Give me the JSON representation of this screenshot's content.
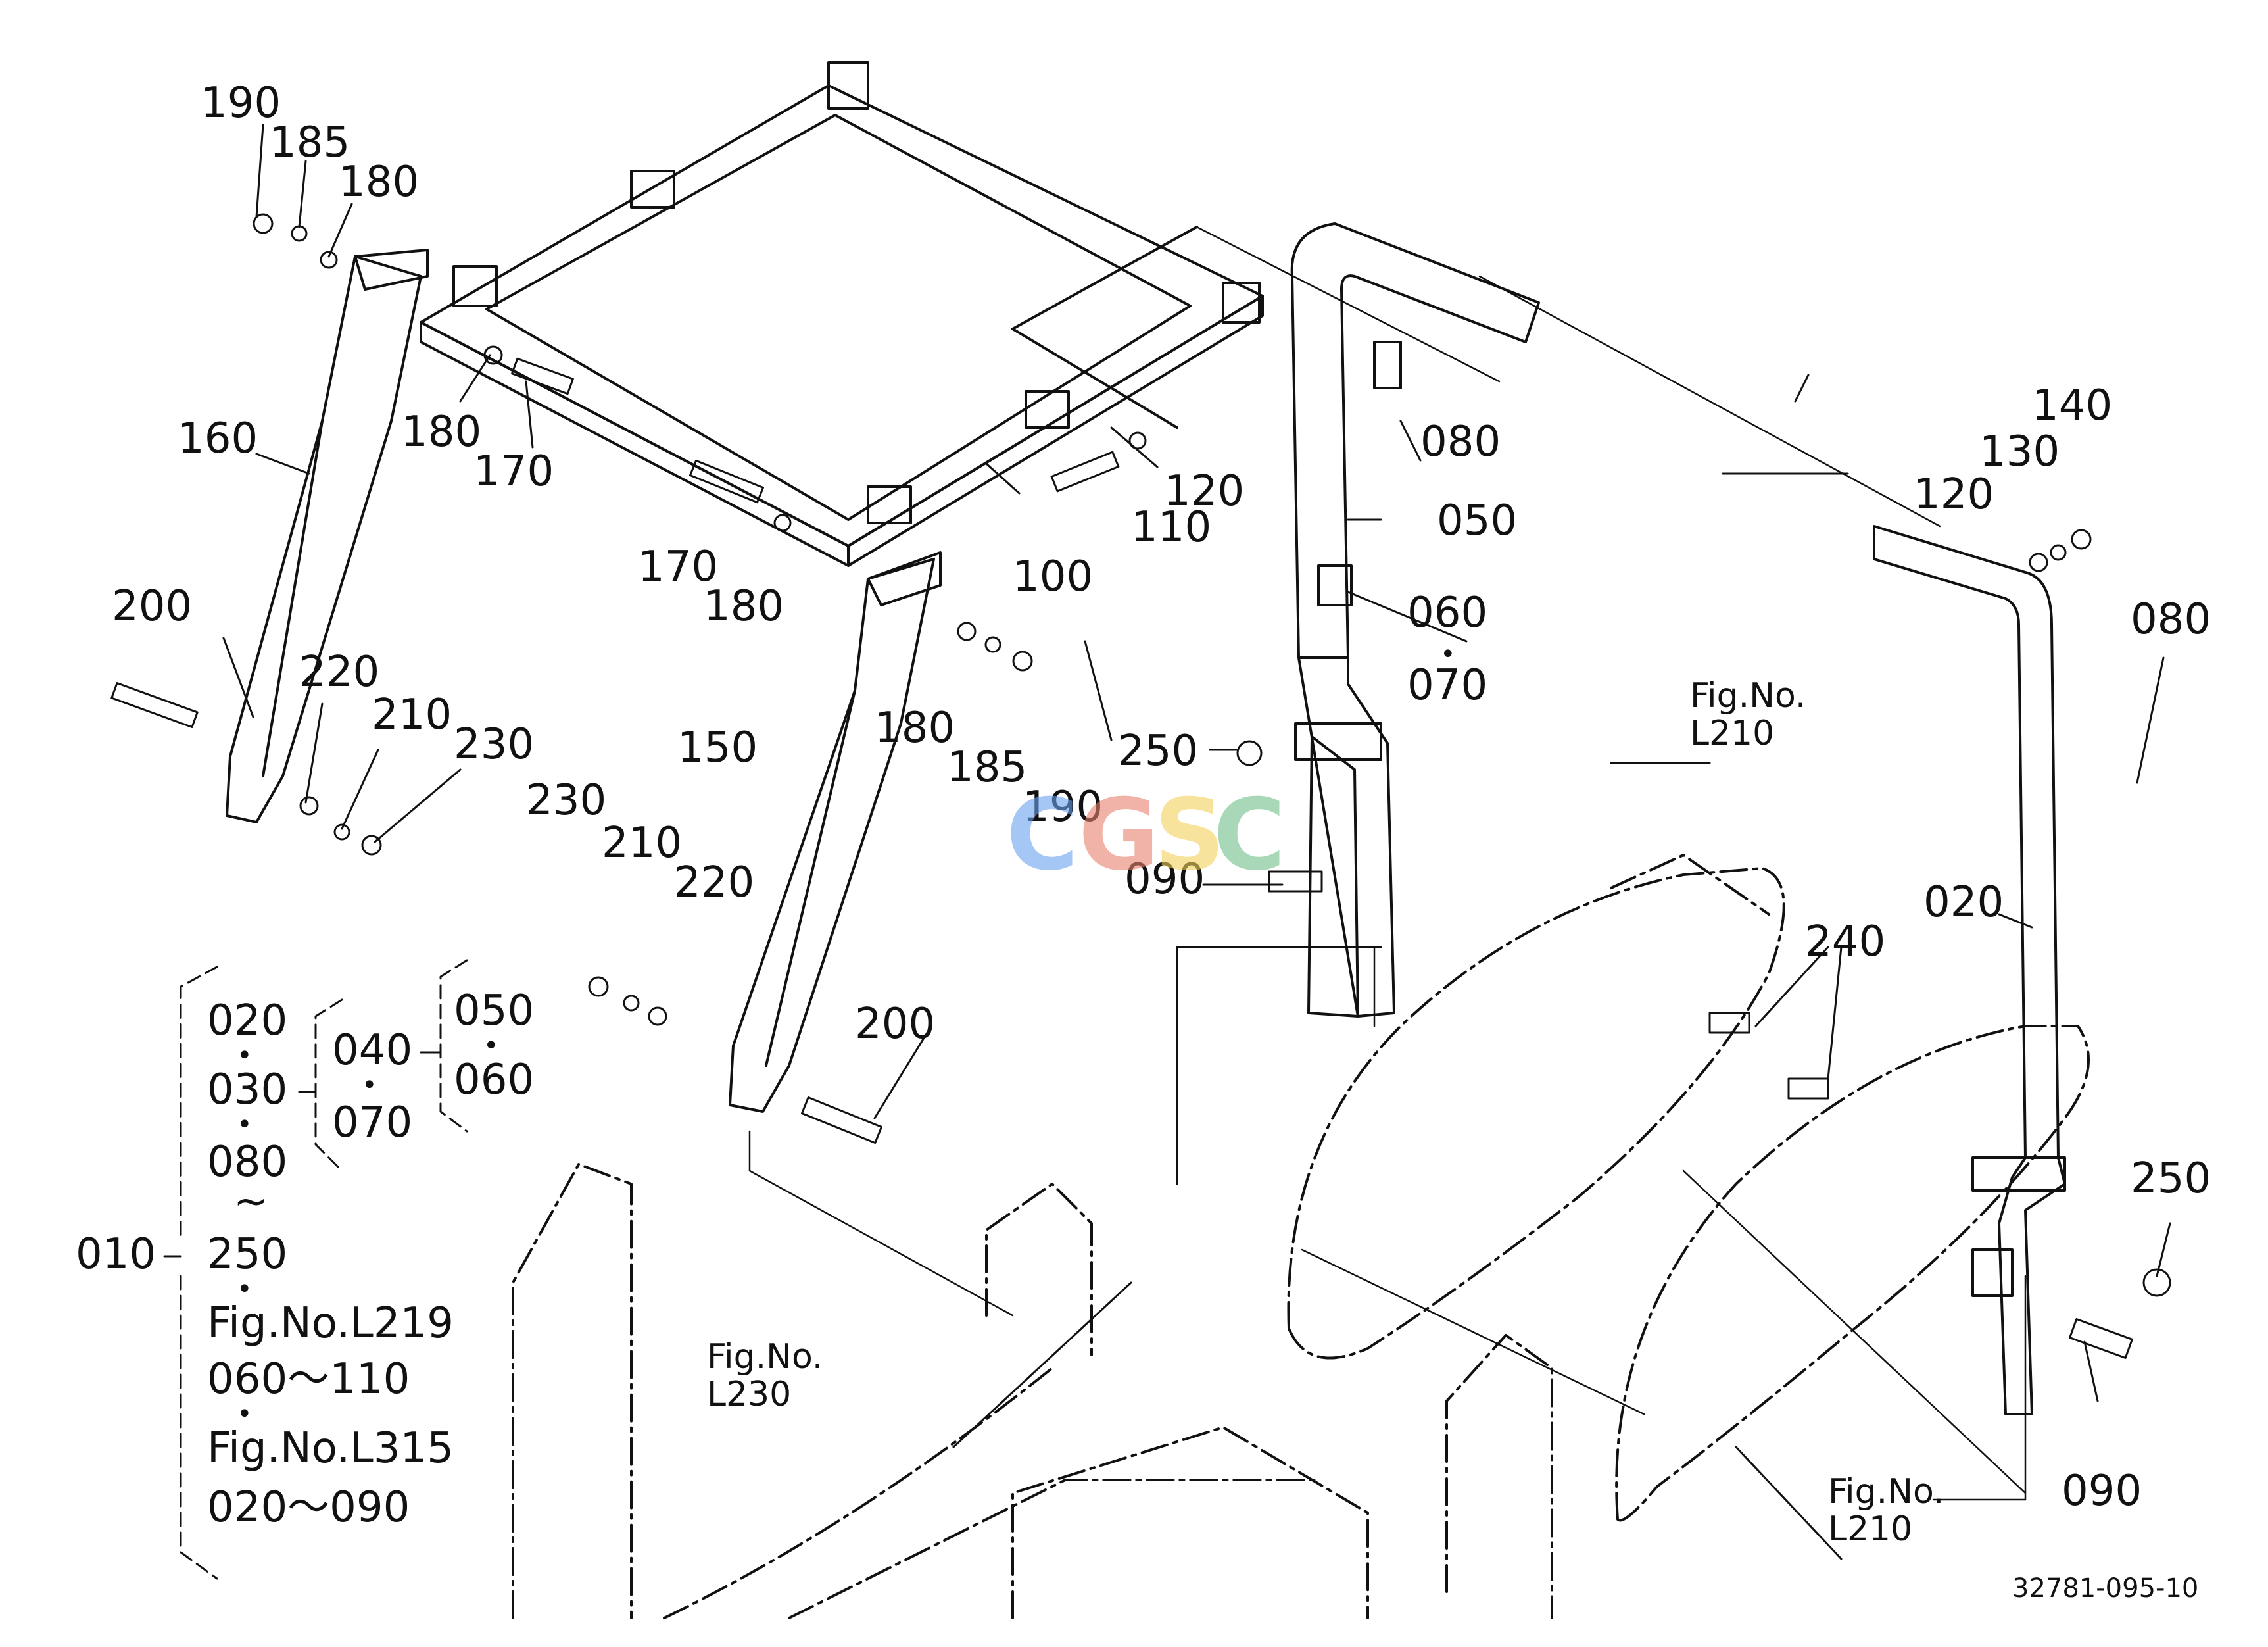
{
  "callouts": {
    "c190_tl": "190",
    "c185_tl": "185",
    "c180_tl": "180",
    "c180_ml": "180",
    "c170_ml": "170",
    "c160": "160",
    "c200_l": "200",
    "c220_l": "220",
    "c210_l": "210",
    "c230_l": "230",
    "c170_c": "170",
    "c180_c": "180",
    "c100": "100",
    "c110": "110",
    "c120_c": "120",
    "c080_c": "080",
    "c050": "050",
    "c060": "060",
    "c070": "070",
    "c150": "150",
    "c180_cb": "180",
    "c185_cb": "185",
    "c190_cb": "190",
    "c250_c": "250",
    "c090_c": "090",
    "c230_c": "230",
    "c210_c": "210",
    "c220_c": "220",
    "c200_c": "200",
    "c140": "140",
    "c130": "130",
    "c120_r": "120",
    "c080_r": "080",
    "c020": "020",
    "c240": "240",
    "c250_r": "250",
    "c090_r": "090"
  },
  "figrefs": {
    "l210_top": "Fig.No.\nL210",
    "l230": "Fig.No.\nL230",
    "l210_bottom": "Fig.No.\nL210"
  },
  "legend": {
    "col1": [
      "020",
      "030",
      "080",
      "250"
    ],
    "tilde": "~",
    "lines": [
      "Fig.No.L219",
      "060～110",
      "Fig.No.L315",
      "020～090"
    ],
    "col2": [
      "040",
      "070"
    ],
    "col3": [
      "050",
      "060"
    ],
    "root": "010"
  },
  "watermark": [
    "C",
    "G",
    "S",
    "C"
  ],
  "colors": {
    "line": "#111111",
    "wm_c1": "#6aa3f0",
    "wm_g": "#e8826d",
    "wm_s": "#f2d25a",
    "wm_c2": "#6fbf8a"
  },
  "drawing_number": "32781-095-10"
}
